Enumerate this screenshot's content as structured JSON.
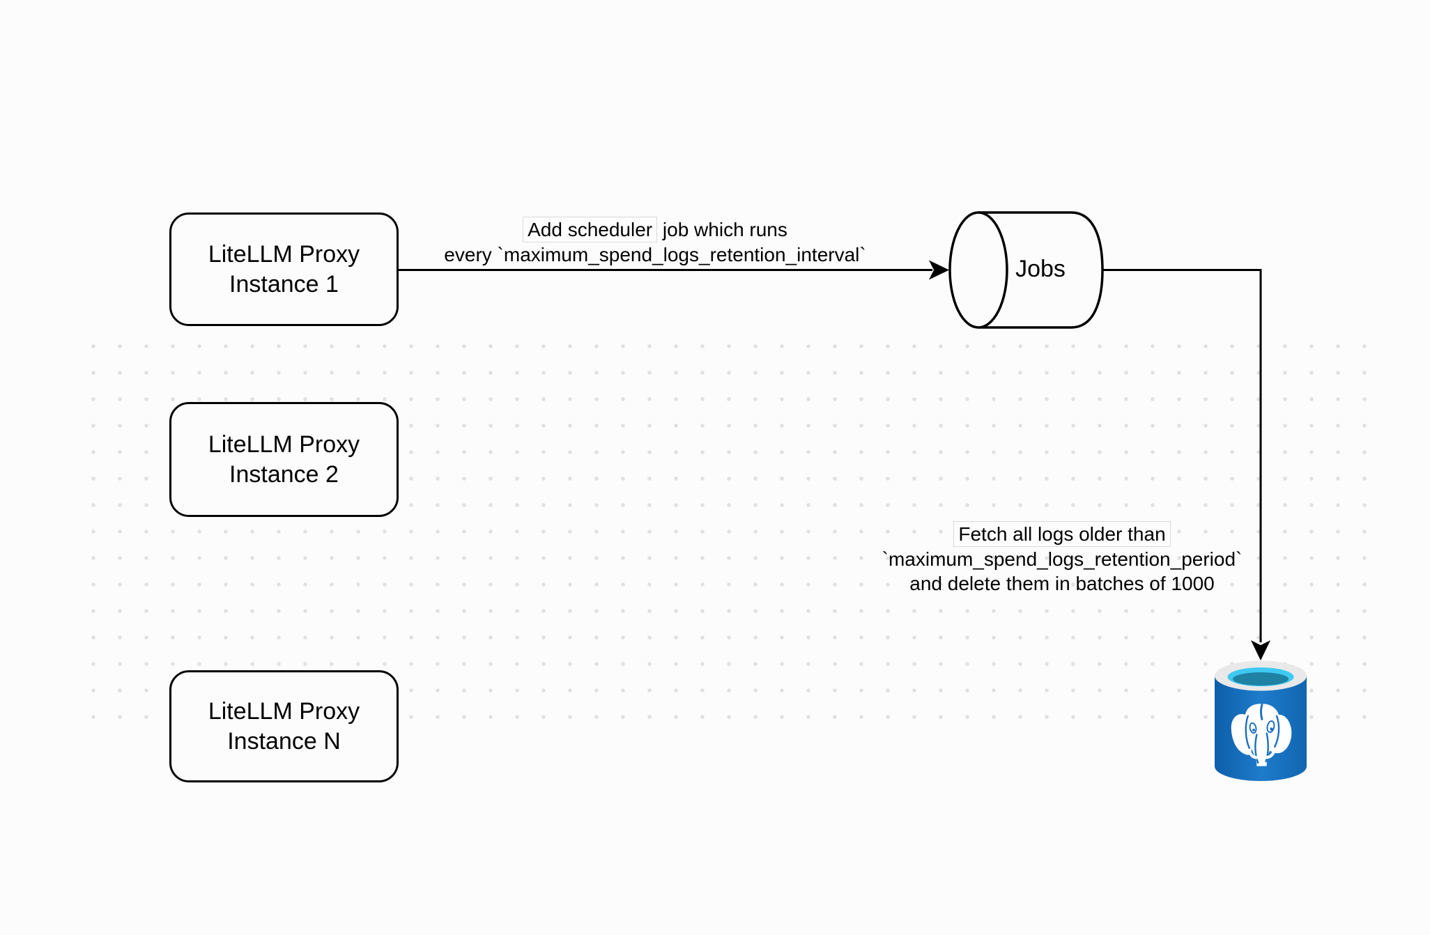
{
  "diagram": {
    "proxy_instances": [
      {
        "line1": "LiteLLM Proxy",
        "line2": "Instance 1"
      },
      {
        "line1": "LiteLLM Proxy",
        "line2": "Instance 2"
      },
      {
        "line1": "LiteLLM Proxy",
        "line2": "Instance N"
      }
    ],
    "jobs": {
      "label": "Jobs"
    },
    "edge_proxy_to_jobs": {
      "line1_boxed": "Add scheduler",
      "line1_rest": " job which runs",
      "line2": "every `maximum_spend_logs_retention_interval`"
    },
    "edge_jobs_to_postgres": {
      "line1": "Fetch all logs older than",
      "line2": "`maximum_spend_logs_retention_period`",
      "line3": "and delete them in batches of 1000"
    },
    "icons": {
      "jobs_shape": "horizontal-cylinder-queue-icon",
      "database": "postgresql-database-icon"
    },
    "colors": {
      "background": "#fcfcfc",
      "dot": "#e1e1e1",
      "stroke": "#000000",
      "postgres_body": "#1e7ccb",
      "postgres_rim": "#e9e9e9",
      "postgres_water": "#3fc9f2",
      "postgres_water_deep": "#1f81a4",
      "postgres_detail_blue": "#1a6fc2"
    }
  }
}
